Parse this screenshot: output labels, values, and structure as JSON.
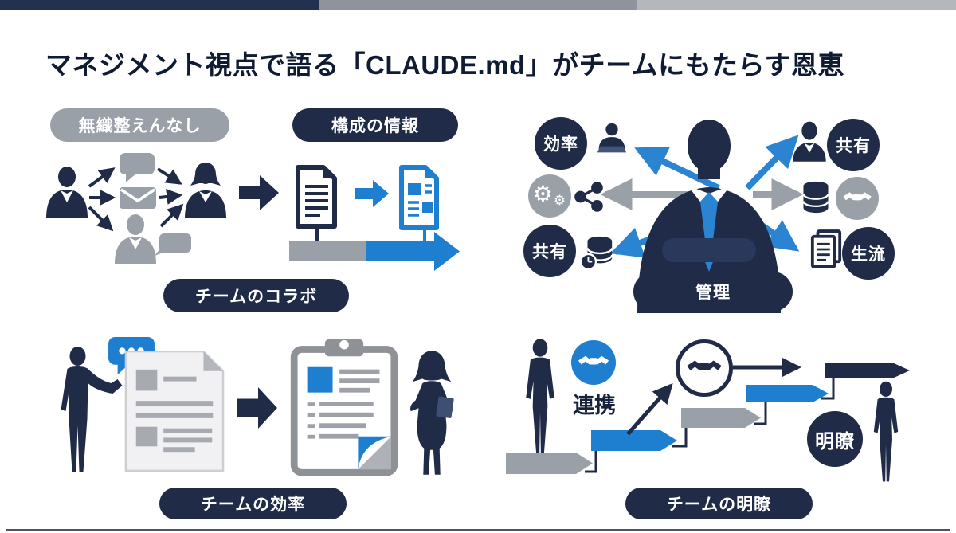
{
  "title": "マネジメント視点で語る「CLAUDE.md」がチームにもたらす恩恵",
  "colors": {
    "navy": "#1f2b47",
    "blue": "#1e7ed0",
    "gray": "#99a0a8",
    "mid_gray_bar": "#8f949c",
    "light_gray_bar": "#b4b7bb"
  },
  "icons": {
    "gear": "⚙"
  },
  "top_left": {
    "badge_unorganized": "無織整えんなし",
    "badge_structured": "構成の情報",
    "caption": "チームのコラボ"
  },
  "top_right": {
    "bubble_efficiency": "効率",
    "bubble_share_left": "共有",
    "bubble_share_right": "共有",
    "bubble_flow": "生流",
    "pedestal": "管理"
  },
  "bottom_left": {
    "caption": "チームの効率"
  },
  "bottom_right": {
    "label_collaboration": "連携",
    "label_clarity": "明瞭",
    "caption": "チームの明瞭"
  }
}
